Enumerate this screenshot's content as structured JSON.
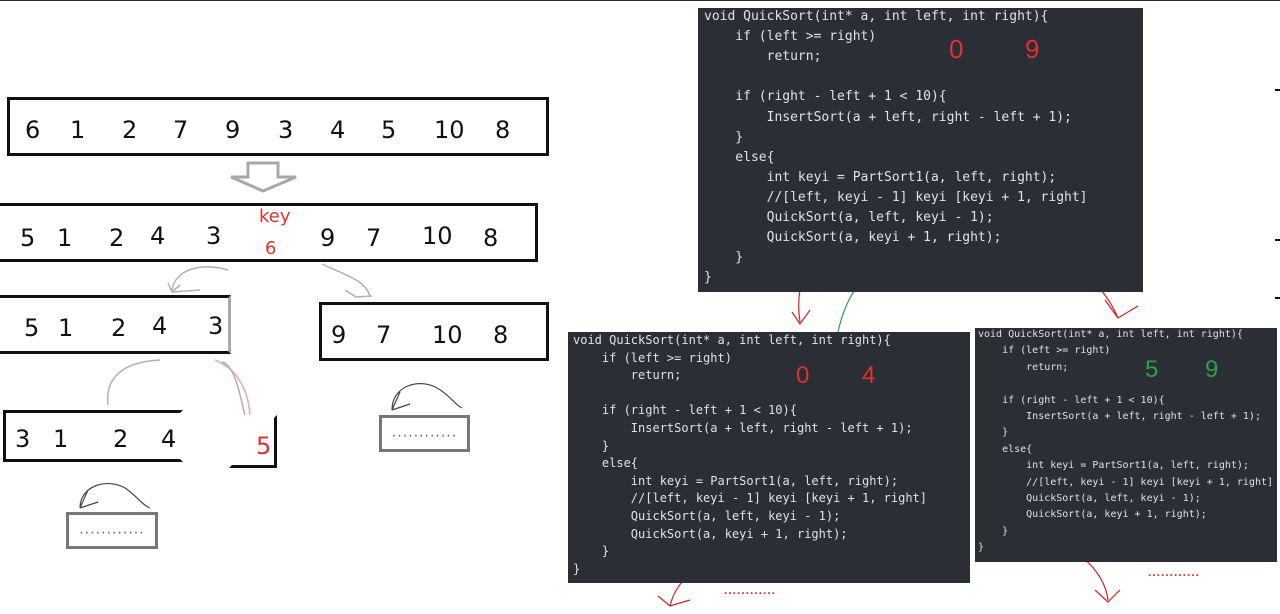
{
  "root_array": [
    "6",
    "1",
    "2",
    "7",
    "9",
    "3",
    "4",
    "5",
    "10",
    "8"
  ],
  "partitioned": {
    "left": [
      "5",
      "1",
      "2",
      "4",
      "3"
    ],
    "key_label": "key",
    "key_value": "6",
    "right": [
      "9",
      "7",
      "10",
      "8"
    ]
  },
  "left_sub": [
    "5",
    "1",
    "2",
    "4",
    "3"
  ],
  "right_sub": [
    "9",
    "7",
    "10",
    "8"
  ],
  "left_left": [
    "3",
    "1",
    "2",
    "4"
  ],
  "left_key": "5",
  "ellipsis": "............",
  "main_code": {
    "lines": [
      "void QuickSort(int* a, int left, int right){",
      "    if (left >= right)",
      "        return;",
      "",
      "    if (right - left + 1 < 10){",
      "        InsertSort(a + left, right - left + 1);",
      "    }",
      "    else{",
      "        int keyi = PartSort1(a, left, right);",
      "        //[left, keyi - 1] keyi [keyi + 1, right]",
      "        QuickSort(a, left, keyi - 1);",
      "        QuickSort(a, keyi + 1, right);",
      "    }",
      "}"
    ],
    "left_val": "0",
    "right_val": "9"
  },
  "code_left": {
    "left_val": "0",
    "right_val": "4"
  },
  "code_right": {
    "left_val": "5",
    "right_val": "9"
  },
  "colors": {
    "red": "#e03030",
    "green": "#2ea043",
    "code_bg": "#2b2e35"
  }
}
